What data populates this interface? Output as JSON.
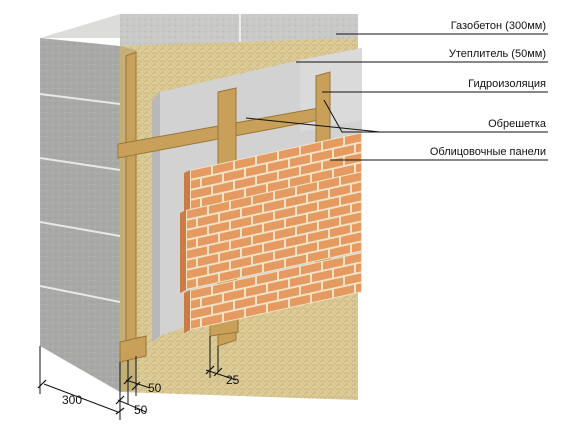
{
  "labels": {
    "aerated_concrete": "Газобетон (300мм)",
    "insulation": "Утеплитель (50мм)",
    "waterproofing": "Гидроизоляция",
    "battens": "Обрешетка",
    "cladding_panels": "Облицовочные панели"
  },
  "dimensions": {
    "wall_thickness": "300",
    "batten_gap": "50",
    "insulation_thickness": "50",
    "panel_gap": "25"
  },
  "colors": {
    "block_face": "#c9c9c7",
    "block_side": "#adadab",
    "insulation": "#dccb96",
    "membrane": "#d2d2d2",
    "wood": "#c8a05a",
    "brick": "#e49a60",
    "mortar": "#f1e2c6"
  }
}
